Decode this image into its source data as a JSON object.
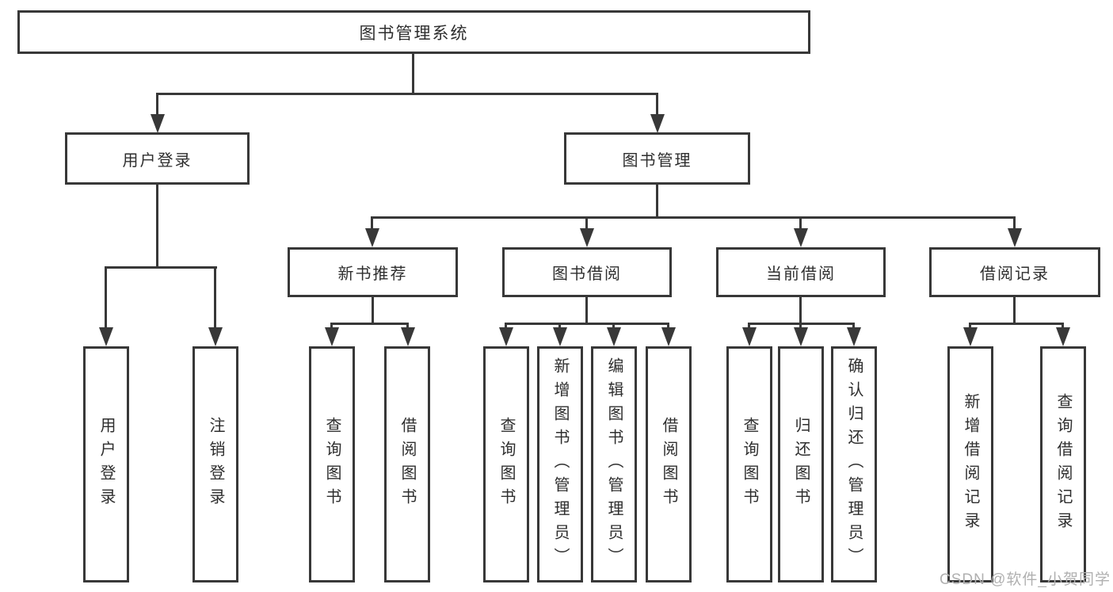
{
  "tree": {
    "label": "图书管理系统",
    "children": [
      {
        "label": "用户登录",
        "children": [
          {
            "label": "用户登录"
          },
          {
            "label": "注销登录"
          }
        ]
      },
      {
        "label": "图书管理",
        "children": [
          {
            "label": "新书推荐",
            "children": [
              {
                "label": "查询图书"
              },
              {
                "label": "借阅图书"
              }
            ]
          },
          {
            "label": "图书借阅",
            "children": [
              {
                "label": "查询图书"
              },
              {
                "label": "新增图书（管理员）"
              },
              {
                "label": "编辑图书（管理员）"
              },
              {
                "label": "借阅图书"
              }
            ]
          },
          {
            "label": "当前借阅",
            "children": [
              {
                "label": "查询图书"
              },
              {
                "label": "归还图书"
              },
              {
                "label": "确认归还（管理员）"
              }
            ]
          },
          {
            "label": "借阅记录",
            "children": [
              {
                "label": "新增借阅记录"
              },
              {
                "label": "查询借阅记录"
              }
            ]
          }
        ]
      }
    ]
  },
  "watermark": {
    "text": "CSDN @软件_小贺同学"
  },
  "colors": {
    "line": "#383838",
    "text": "#2e2e2e",
    "box_background": "#ffffff",
    "watermark": "#b0b0b0",
    "page_background": "#ffffff"
  }
}
